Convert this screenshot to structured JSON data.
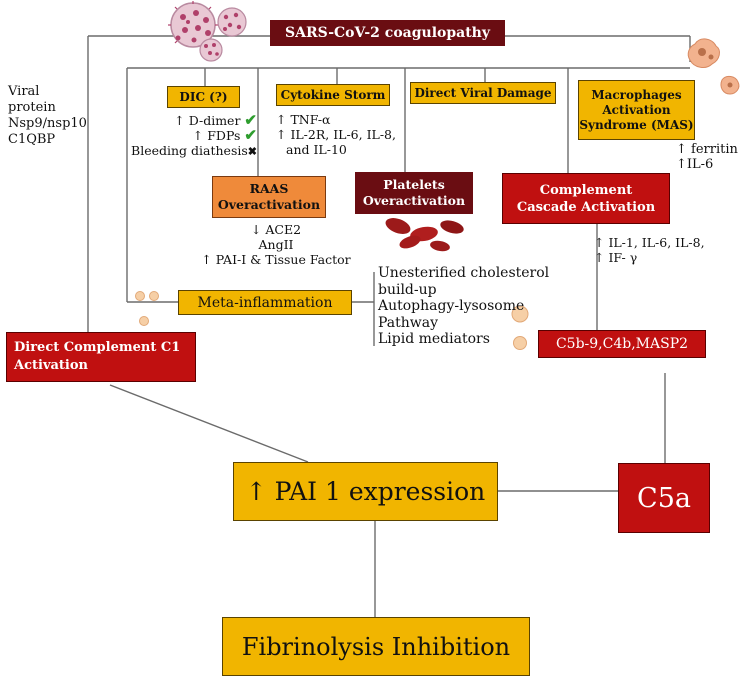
{
  "title": "SARS-CoV-2 coagulopathy",
  "viral": [
    "Viral",
    "protein",
    "Nsp9/nsp10",
    "C1QBP"
  ],
  "dic": {
    "label": "DIC (?)",
    "items": [
      {
        "text": "↑ D-dimer",
        "mark": "✔"
      },
      {
        "text": "↑ FDPs",
        "mark": "✔"
      },
      {
        "text": "Bleeding diathesis",
        "mark": "✖"
      }
    ]
  },
  "cytokine": {
    "label": "Cytokine Storm",
    "items": [
      "↑ TNF-α",
      "↑ IL-2R, IL-6, IL-8,",
      "and IL-10"
    ]
  },
  "direct_viral": "Direct Viral Damage",
  "mas": {
    "label": [
      "Macrophages",
      "Activation",
      "Syndrome (MAS)"
    ],
    "items": [
      "↑ ferritin",
      "↑IL-6"
    ]
  },
  "raas": {
    "label": [
      "RAAS",
      "Overactivation"
    ],
    "items": [
      "↓ ACE2",
      "AngII",
      "↑ PAI-I & Tissue Factor"
    ]
  },
  "platelets": {
    "label": [
      "Platelets",
      "Overactivation"
    ]
  },
  "complement": {
    "label": [
      "Complement",
      "Cascade Activation"
    ],
    "items": [
      "↑ IL-1, IL-6, IL-8,",
      "↑ IF- γ"
    ]
  },
  "meta": {
    "label": "Meta-inflammation",
    "items": [
      "Unesterified cholesterol",
      "build-up",
      "Autophagy-lysosome",
      "Pathway",
      "Lipid mediators"
    ]
  },
  "direct_c1": [
    "Direct Complement C1",
    "Activation"
  ],
  "c5b": "C5b-9,C4b,MASP2",
  "pai": "↑ PAI 1 expression",
  "c5a": "C5a",
  "fibrinolysis": "Fibrinolysis Inhibition",
  "colors": {
    "gold": "#f1b500",
    "red": "#c01010",
    "darkred": "#6a0d12",
    "orange": "#ef8a3a"
  }
}
